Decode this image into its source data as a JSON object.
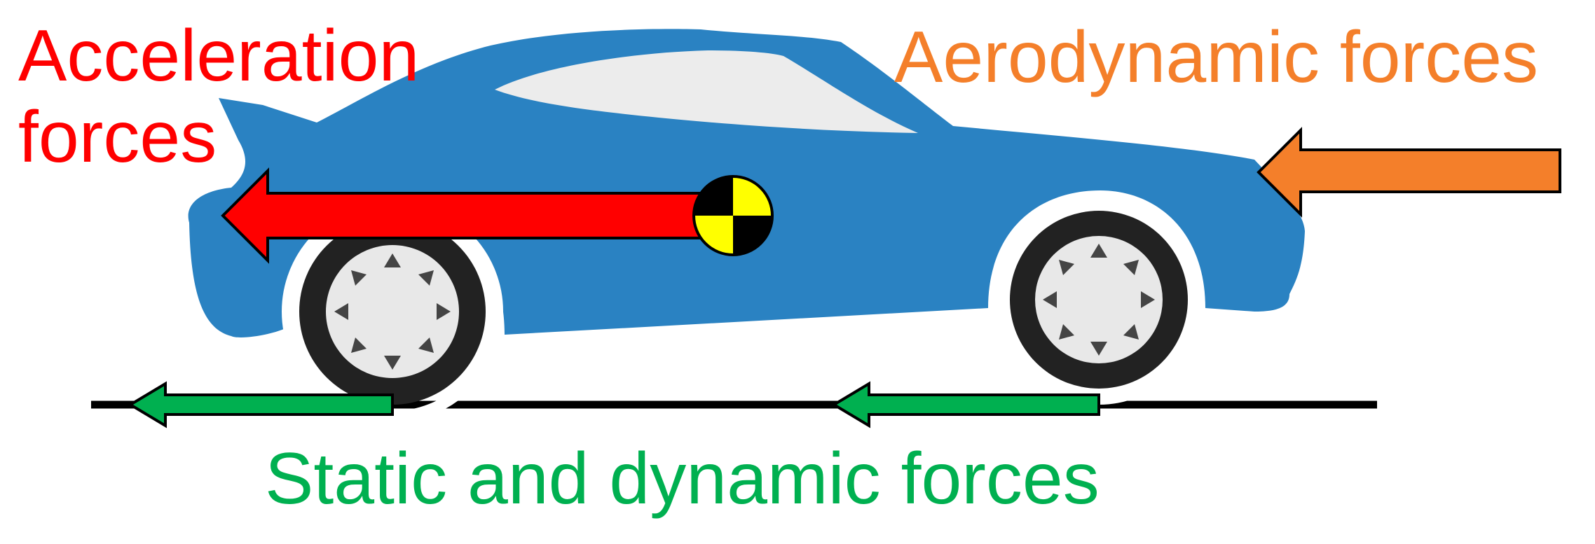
{
  "labels": {
    "acceleration_line1": "Acceleration",
    "acceleration_line2": "forces",
    "aerodynamic": "Aerodynamic forces",
    "static_dynamic": "Static and dynamic forces"
  },
  "colors": {
    "acceleration": "#ff0000",
    "aerodynamic": "#f47f2a",
    "static_dynamic": "#00b050",
    "car_body": "#2a82c2",
    "car_window": "#ececec",
    "tire": "#222222",
    "hub": "#e8e8e8",
    "road": "#000000",
    "cog_yellow": "#ffff00"
  },
  "icons": {
    "center_of_gravity": "center-of-gravity-icon",
    "car": "car-icon"
  }
}
